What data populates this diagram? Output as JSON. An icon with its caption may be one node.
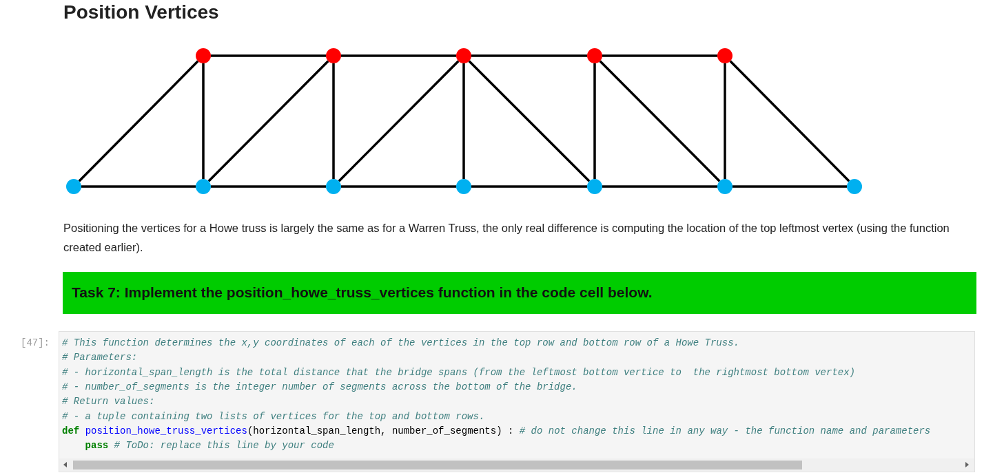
{
  "diagram": {
    "title": "Position Vertices",
    "nodes": [
      {
        "text": [],
        "shape": "circle"
      },
      {
        "text": [],
        "shape": "circle"
      },
      {
        "text": [],
        "shape": "circle"
      },
      {
        "text": [],
        "shape": "circle"
      },
      {
        "text": [],
        "shape": "circle"
      },
      {
        "text": [],
        "shape": "circle"
      },
      {
        "text": [],
        "shape": "circle"
      },
      {
        "text": [],
        "shape": "circle"
      },
      {
        "text": [],
        "shape": "circle"
      },
      {
        "text": [],
        "shape": "circle"
      },
      {
        "text": [],
        "shape": "circle"
      },
      {
        "text": [],
        "shape": "circle"
      },
      {
        "text": [
          "Task 7: Implement the position_howe_truss_vertices function in the code cell below."
        ]
      },
      {
        "text": [
          "# This function determines the x,y coordinates of each of the vertices in the top row and bottom row of a Howe Truss.",
          "# Parameters:",
          "# - horizontal_span_length is the total distance that the bridge spans (from the leftmost bottom vertice to  the rightmost bottom vertex)",
          "# - number_of_segments is the integer number of segments across the bottom of the bridge.",
          "# Return values:",
          "# - a tuple containing two lists of vertices for the top and bottom rows.",
          "def position_howe_truss_vertices(horizontal_span_length, number_of_segments) : # do not change this line in any way - the function name and parameters",
          "pass # ToDo: replace this line by your code"
        ],
        "beside": [
          "[47]:"
        ]
      }
    ],
    "edges": [
      {
        "from": 0,
        "to": 1,
        "arrow": "none"
      },
      {
        "from": 1,
        "to": 2,
        "arrow": "none"
      },
      {
        "from": 2,
        "to": 3,
        "arrow": "none"
      },
      {
        "from": 3,
        "to": 4,
        "arrow": "none"
      },
      {
        "from": 5,
        "to": 0,
        "arrow": "none"
      },
      {
        "from": 0,
        "to": 6,
        "arrow": "none"
      },
      {
        "from": 6,
        "to": 1,
        "arrow": "none"
      },
      {
        "from": 1,
        "to": 7,
        "arrow": "none"
      },
      {
        "from": 7,
        "to": 2,
        "arrow": "none"
      },
      {
        "from": 2,
        "to": 8,
        "arrow": "none"
      },
      {
        "from": 2,
        "to": 9,
        "arrow": "none"
      },
      {
        "from": 3,
        "to": 9,
        "arrow": "none"
      },
      {
        "from": 3,
        "to": 10,
        "arrow": "none"
      },
      {
        "from": 4,
        "to": 10,
        "arrow": "none"
      },
      {
        "from": 4,
        "to": 11,
        "arrow": "none"
      },
      {
        "from": 5,
        "to": 6,
        "arrow": "none"
      },
      {
        "from": 6,
        "to": 7,
        "arrow": "none"
      },
      {
        "from": 7,
        "to": 8,
        "arrow": "none"
      },
      {
        "from": 8,
        "to": 9,
        "arrow": "none"
      },
      {
        "from": 9,
        "to": 10,
        "arrow": "none"
      },
      {
        "from": 10,
        "to": 11,
        "arrow": "none"
      }
    ],
    "labels": [
      "Positioning the vertices for a Howe truss is largely the same as for a Warren Truss, the only real difference is computing the location of the top leftmost vertex (using the function created earlier)."
    ]
  }
}
